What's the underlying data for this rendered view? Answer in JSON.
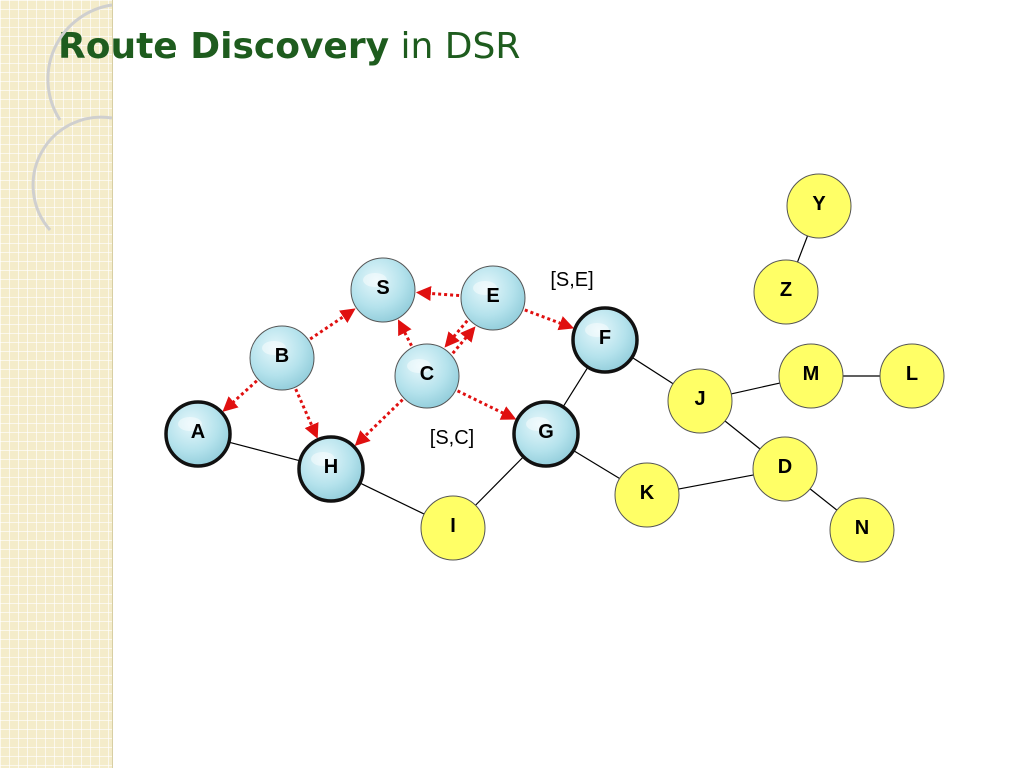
{
  "slide": {
    "title_bold": "Route Discovery",
    "title_rest": " in DSR"
  },
  "colors": {
    "title": "#1e5c1e",
    "broadcast_arrow": "#e01010",
    "blue_node_fill": "#b4e2ec",
    "yellow_node_fill": "#ffff66",
    "link": "#000000"
  },
  "nodes": [
    {
      "id": "S",
      "label": "S",
      "style": "blue",
      "highlighted": false
    },
    {
      "id": "E",
      "label": "E",
      "style": "blue",
      "highlighted": false
    },
    {
      "id": "B",
      "label": "B",
      "style": "blue",
      "highlighted": false
    },
    {
      "id": "C",
      "label": "C",
      "style": "blue",
      "highlighted": false
    },
    {
      "id": "A",
      "label": "A",
      "style": "blue",
      "highlighted": true
    },
    {
      "id": "H",
      "label": "H",
      "style": "blue",
      "highlighted": true
    },
    {
      "id": "F",
      "label": "F",
      "style": "blue",
      "highlighted": true
    },
    {
      "id": "G",
      "label": "G",
      "style": "blue",
      "highlighted": true
    },
    {
      "id": "Y",
      "label": "Y",
      "style": "yellow",
      "highlighted": false
    },
    {
      "id": "Z",
      "label": "Z",
      "style": "yellow",
      "highlighted": false
    },
    {
      "id": "M",
      "label": "M",
      "style": "yellow",
      "highlighted": false
    },
    {
      "id": "L",
      "label": "L",
      "style": "yellow",
      "highlighted": false
    },
    {
      "id": "J",
      "label": "J",
      "style": "yellow",
      "highlighted": false
    },
    {
      "id": "D",
      "label": "D",
      "style": "yellow",
      "highlighted": false
    },
    {
      "id": "K",
      "label": "K",
      "style": "yellow",
      "highlighted": false
    },
    {
      "id": "I",
      "label": "I",
      "style": "yellow",
      "highlighted": false
    },
    {
      "id": "N",
      "label": "N",
      "style": "yellow",
      "highlighted": false
    }
  ],
  "links": [
    [
      "A",
      "H"
    ],
    [
      "H",
      "I"
    ],
    [
      "I",
      "G"
    ],
    [
      "G",
      "F"
    ],
    [
      "G",
      "K"
    ],
    [
      "F",
      "J"
    ],
    [
      "J",
      "M"
    ],
    [
      "M",
      "L"
    ],
    [
      "J",
      "D"
    ],
    [
      "K",
      "D"
    ],
    [
      "D",
      "N"
    ],
    [
      "Y",
      "Z"
    ]
  ],
  "broadcasts": [
    [
      "B",
      "S"
    ],
    [
      "E",
      "S"
    ],
    [
      "C",
      "S"
    ],
    [
      "E",
      "C"
    ],
    [
      "C",
      "E"
    ],
    [
      "E",
      "F"
    ],
    [
      "B",
      "A"
    ],
    [
      "B",
      "H"
    ],
    [
      "C",
      "H"
    ],
    [
      "C",
      "G"
    ]
  ],
  "route_records": [
    {
      "label": "[S,E]",
      "near": "F"
    },
    {
      "label": "[S,C]",
      "near": "G"
    }
  ]
}
